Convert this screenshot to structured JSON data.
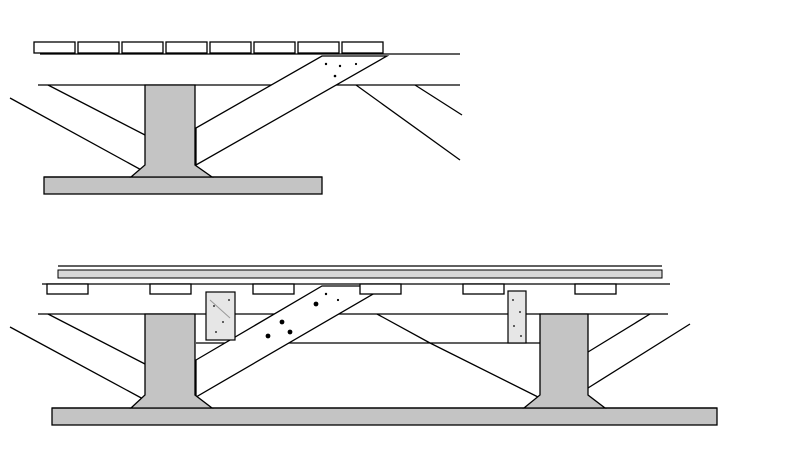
{
  "colors": {
    "support_gray": "#c4c4c4",
    "line": "#000000",
    "deck_plank": "#ffffff",
    "pad_fill": "#e6e6e6",
    "background": "#ffffff"
  },
  "diagrams": [
    {
      "label": "",
      "parts": [
        "deck-planks",
        "top-chord",
        "diagonal-braces",
        "strut",
        "pier-column",
        "footing"
      ]
    },
    {
      "label": "",
      "parts": [
        "deck-slab",
        "deck-planks",
        "top-chord",
        "bottom-chord",
        "diagonal-braces",
        "strut",
        "pier-columns",
        "bearing-pads",
        "footing"
      ]
    }
  ]
}
